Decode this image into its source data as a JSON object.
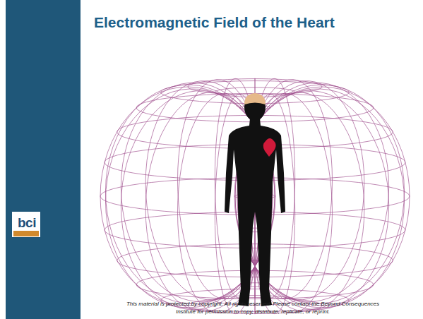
{
  "diagram": {
    "title": "Electromagnetic Field of the Heart",
    "labels": [
      "bci",
      "This material is protected by copyright. All rights reserved. Please contact the Beyond Consequences Institute for permission to copy, distribute, replicate, or reprint."
    ]
  }
}
